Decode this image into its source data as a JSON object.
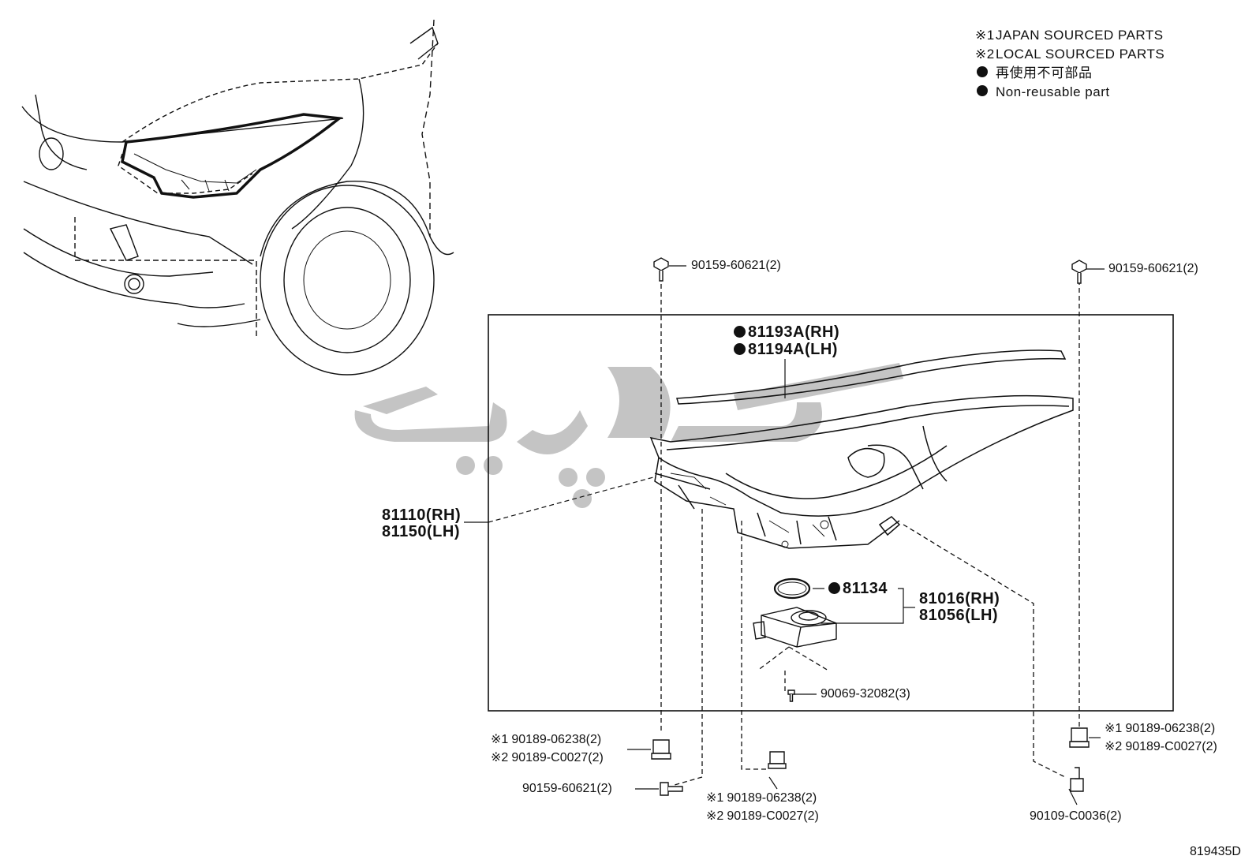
{
  "legend": {
    "rows": [
      {
        "mark": "※1",
        "text": "JAPAN SOURCED PARTS"
      },
      {
        "mark": "※2",
        "text": "LOCAL SOURCED PARTS"
      },
      {
        "mark": "●",
        "text": "再使用不可部品"
      },
      {
        "mark": "●",
        "text": "Non-reusable part"
      }
    ]
  },
  "callouts": {
    "bolt_top_left": "90159-60621(2)",
    "bolt_top_right": "90159-60621(2)",
    "gasket_rh": "81193A(RH)",
    "gasket_lh": "81194A(LH)",
    "headlamp_rh": "81110(RH)",
    "headlamp_lh": "81150(LH)",
    "oring": "81134",
    "ballast_rh": "81016(RH)",
    "ballast_lh": "81056(LH)",
    "ballast_screw": "90069-32082(3)",
    "left_nut_j": "90189-06238(2)",
    "left_nut_l": "90189-C0027(2)",
    "left_bolt": "90159-60621(2)",
    "center_nut_j": "90189-06238(2)",
    "center_nut_l": "90189-C0027(2)",
    "right_nut_j": "90189-06238(2)",
    "right_nut_l": "90189-C0027(2)",
    "right_bolt": "90109-C0036(2)"
  },
  "marks": {
    "japan": "※1",
    "local": "※2"
  },
  "diagram_id": "819435D"
}
